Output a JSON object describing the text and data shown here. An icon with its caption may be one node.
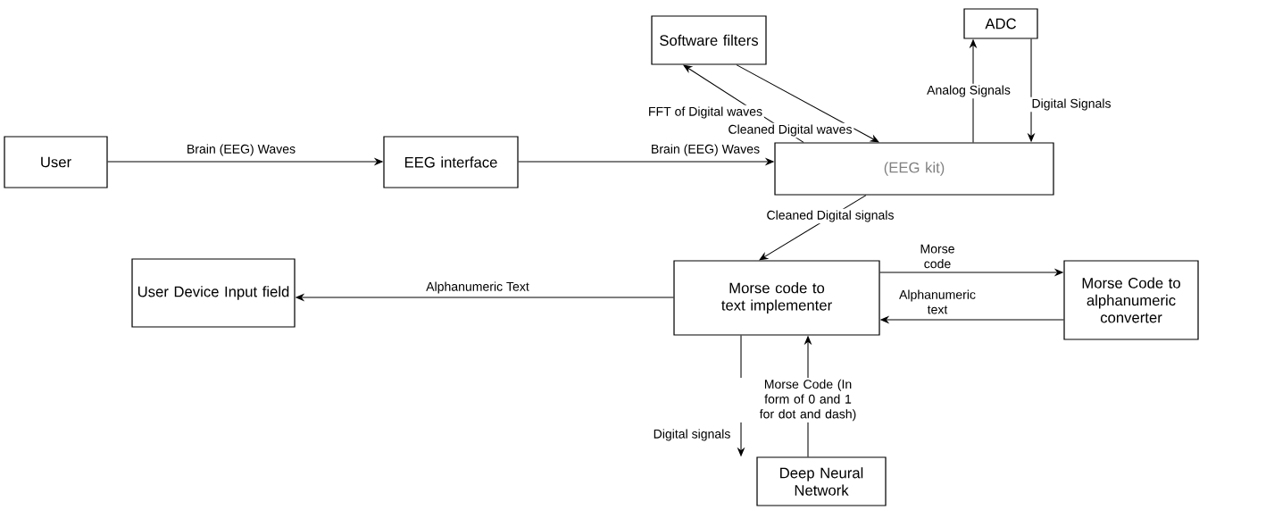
{
  "diagram": {
    "nodes": [
      {
        "text": [
          "User"
        ]
      },
      {
        "text": [
          "EEG interface"
        ]
      },
      {
        "text": [
          "Software filters"
        ]
      },
      {
        "text": [
          "ADC"
        ]
      },
      {
        "text": [
          "(EEG kit)"
        ]
      },
      {
        "text": [
          "Morse code to text implementer"
        ]
      },
      {
        "text": [
          "Morse Code to alphanumeric converter"
        ]
      },
      {
        "text": [
          "User Device Input field"
        ]
      },
      {
        "text": [
          "Deep Neural Network"
        ]
      }
    ],
    "edges": [
      {
        "from": 0,
        "to": 1,
        "arrow": "to",
        "label": "Brain (EEG) Waves"
      },
      {
        "from": 1,
        "to": 4,
        "arrow": "to",
        "label": "Brain (EEG) Waves"
      },
      {
        "from": 4,
        "to": 2,
        "arrow": "to",
        "label": "FFT of Digital waves"
      },
      {
        "from": 2,
        "to": 4,
        "arrow": "to",
        "label": "Cleaned Digital waves"
      },
      {
        "from": 4,
        "to": 3,
        "arrow": "to",
        "label": "Analog Signals"
      },
      {
        "from": 3,
        "to": 4,
        "arrow": "to",
        "label": "Digital Signals"
      },
      {
        "from": 4,
        "to": 5,
        "arrow": "to",
        "label": "Cleaned Digital signals"
      },
      {
        "from": 5,
        "to": 6,
        "arrow": "to",
        "label": "Morse code"
      },
      {
        "from": 6,
        "to": 5,
        "arrow": "to",
        "label": "Alphanumeric text"
      },
      {
        "from": 5,
        "to": 7,
        "arrow": "to",
        "label": "Alphanumeric Text"
      },
      {
        "from": 5,
        "to": 8,
        "arrow": "to",
        "label": "Digital signals"
      },
      {
        "from": 8,
        "to": 5,
        "arrow": "to",
        "label": "Morse Code (In form of 0 and 1 for dot and dash)"
      }
    ]
  }
}
